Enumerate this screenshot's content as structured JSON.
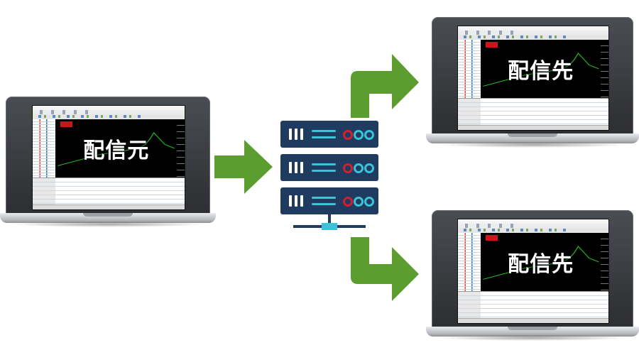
{
  "diagram": {
    "source": {
      "label": "配信元"
    },
    "server": {
      "icon": "server-rack-icon"
    },
    "targets": [
      {
        "label": "配信先"
      },
      {
        "label": "配信先"
      }
    ],
    "colors": {
      "arrow": "#5b9e2f",
      "server_body": "#1f3b5f",
      "server_accent": "#39c3d6",
      "led_red": "#d2202f",
      "led_teal": "#39c3d6",
      "chart_background": "#000000",
      "label_text": "#ffffff"
    }
  }
}
